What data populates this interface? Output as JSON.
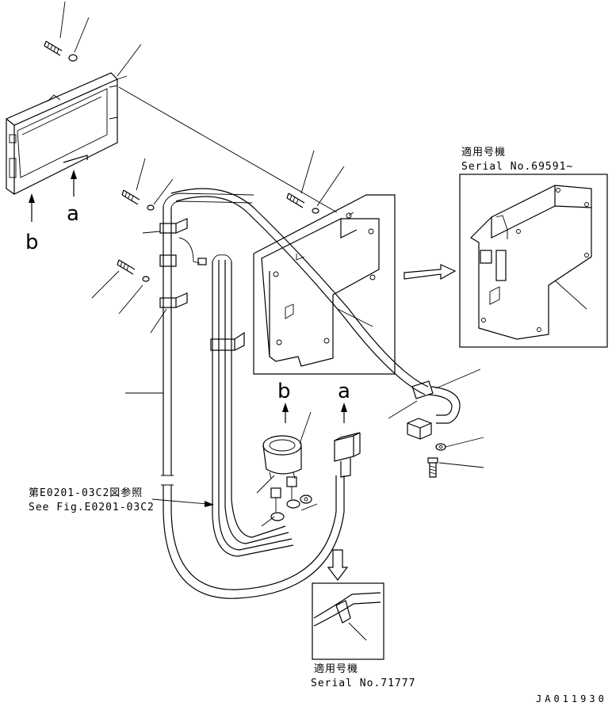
{
  "callout_top": {
    "applies": "適用号機",
    "serial": "Serial No.69591~"
  },
  "callout_bottom": {
    "applies": "適用号機",
    "serial": "Serial No.71777"
  },
  "reference": {
    "jp": "第E0201-03C2図参照",
    "en": "See Fig.E0201-03C2"
  },
  "view_letters": {
    "a_left": "a",
    "b_left": "b",
    "b_mid": "b",
    "a_mid": "a"
  },
  "drawing_code": "JA011930",
  "colors": {
    "line": "#000000",
    "background": "#ffffff"
  }
}
